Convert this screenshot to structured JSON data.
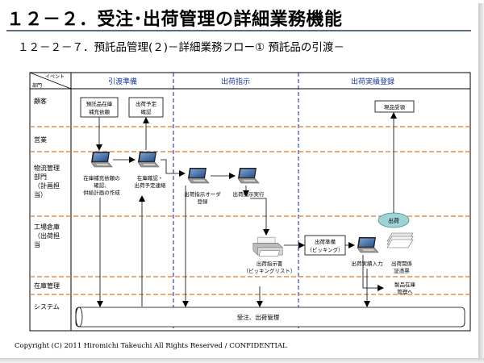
{
  "title": "１２－２．受注･出荷管理の詳細業務機能",
  "subtitle": "１２－２－７．預託品管理(２)－詳細業務フロー① 預託品の引渡－",
  "copyright": "Copyright (C) 2011 Hiromichi Takeuchi All Rights Reserved / CONFIDENTIAL",
  "header": {
    "event": "イベント",
    "department": "部門"
  },
  "phases": [
    "引渡準備",
    "出荷指示",
    "出荷実績登録"
  ],
  "lanes": [
    [
      "顧客"
    ],
    [
      "営業"
    ],
    [
      "物流管理",
      "部門",
      "（計画担",
      "当）"
    ],
    [
      "工場倉庫",
      "（出荷担",
      "当"
    ],
    [
      "在庫管理"
    ],
    [
      "システム"
    ]
  ],
  "boxes": {
    "request": [
      "預託品在庫",
      "補充依頼"
    ],
    "confirm": [
      "出荷予定",
      "確認"
    ],
    "receive": [
      "現品受領"
    ]
  },
  "tasks": {
    "supply_plan": [
      "在庫補充依頼の",
      "確認、",
      "供給計画の作成"
    ],
    "schedule": [
      "在庫確認・",
      "出荷予定連絡"
    ],
    "order_entry": [
      "出荷指示オーダ",
      "登録"
    ],
    "execute": [
      "出荷指示実行"
    ],
    "picking": [
      "出荷準備",
      "（ピッキング）"
    ],
    "results": [
      "出荷実績入力"
    ]
  },
  "documents": {
    "instruction": [
      "出荷指示書",
      "（ピッキングリスト）"
    ],
    "related": [
      "出荷関係",
      "証憑票"
    ]
  },
  "shipment_label": "出荷",
  "stock_reflect": [
    "製品在庫",
    "管理へ"
  ],
  "system_label": "受注、出荷管理",
  "colors": {
    "accent": "#5a6e8c",
    "phase_text": "#1a3a9a",
    "dashed_orange": "#e07820",
    "dashed_blue": "#1a1aa0"
  }
}
